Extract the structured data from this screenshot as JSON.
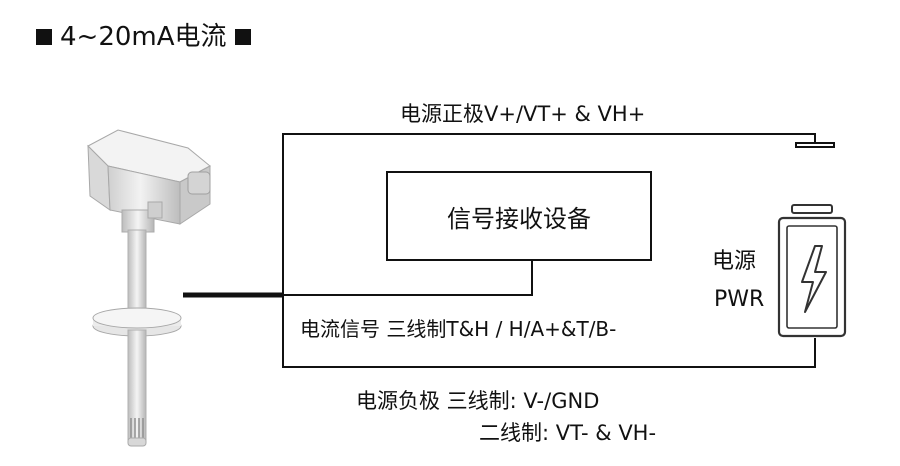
{
  "title": "4~20mA电流",
  "labels": {
    "positive": "电源正极V+/VT+ & VH+",
    "receiver": "信号接收设备",
    "power_cn": "电源",
    "power_en": "PWR",
    "signal": "电流信号  三线制T&H / H/A+&T/B-",
    "negative_line1": "电源负极 三线制: V-/GND",
    "negative_line2": "二线制: VT- & VH-"
  },
  "icons": {
    "sensor": "temperature-humidity-transmitter-icon",
    "battery": "battery-charging-icon"
  },
  "colors": {
    "line": "#111111",
    "battery": "#333333",
    "sensor_body": "#e2e2e2"
  }
}
